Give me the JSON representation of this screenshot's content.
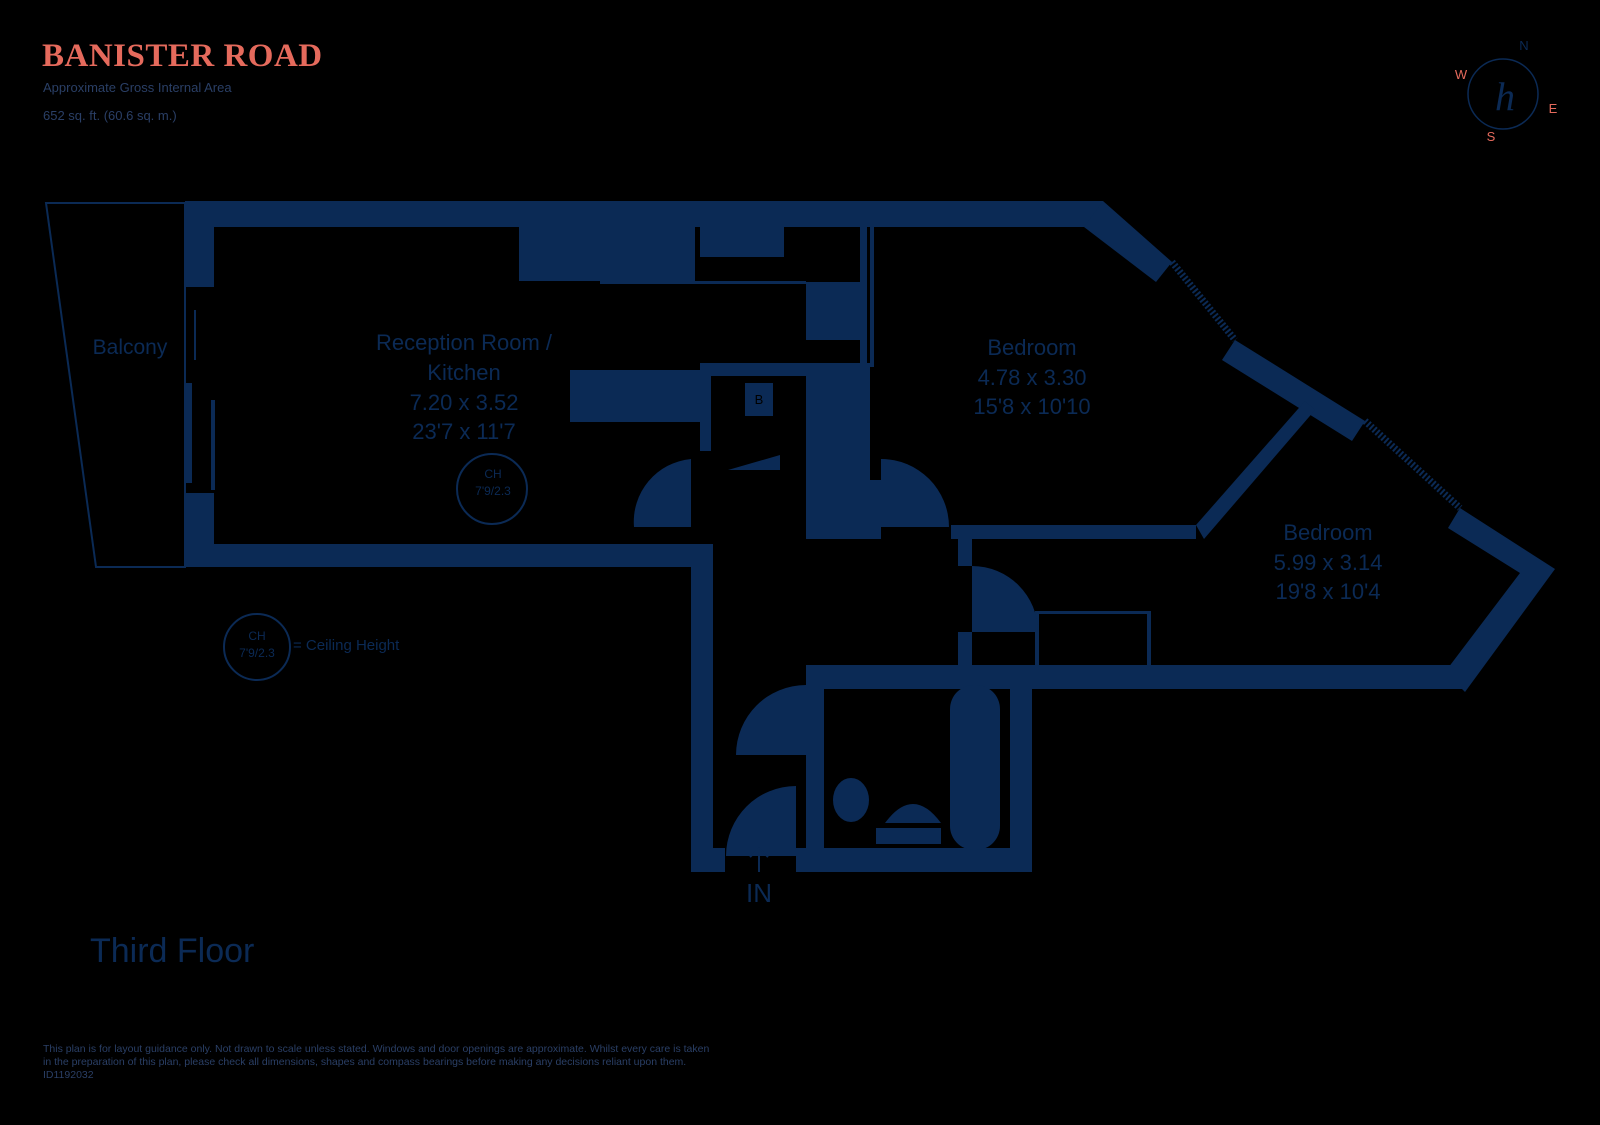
{
  "header": {
    "title": "BANISTER ROAD",
    "area_label": "Approximate Gross Internal Area",
    "area_value": "652 sq. ft. (60.6 sq. m.)"
  },
  "compass": {
    "n": "N",
    "e": "E",
    "s": "S",
    "w": "W",
    "logo_text": "h"
  },
  "rooms": {
    "reception": {
      "name_line1": "Reception Room /",
      "name_line2": "Kitchen",
      "metric": "7.20 x 3.52",
      "imperial": "23'7 x 11'7"
    },
    "ceiling_badge": {
      "top": "CH",
      "bottom": "7'9/2.3"
    },
    "bedroom1": {
      "name": "Bedroom",
      "metric": "4.78 x 3.30",
      "imperial": "15'8 x 10'10"
    },
    "bedroom2": {
      "name": "Bedroom",
      "metric": "5.99 x 3.14",
      "imperial": "19'8 x 10'4"
    },
    "balcony": "Balcony",
    "boiler": "B"
  },
  "legend": {
    "badge_top": "CH",
    "badge_bottom": "7'9/2.3",
    "text": "= Ceiling Height"
  },
  "entrance": "IN",
  "floor_name": "Third Floor",
  "disclaimer": {
    "line1": "This plan is for layout guidance only. Not drawn to scale unless stated. Windows and door openings are approximate. Whilst every care is taken",
    "line2": "in the preparation of this plan, please check all dimensions, shapes and compass bearings before making any decisions reliant upon them.",
    "line3": "ID1192032"
  },
  "colors": {
    "wall": "#0b2a55",
    "accent": "#e56a5c",
    "background": "#000000"
  }
}
